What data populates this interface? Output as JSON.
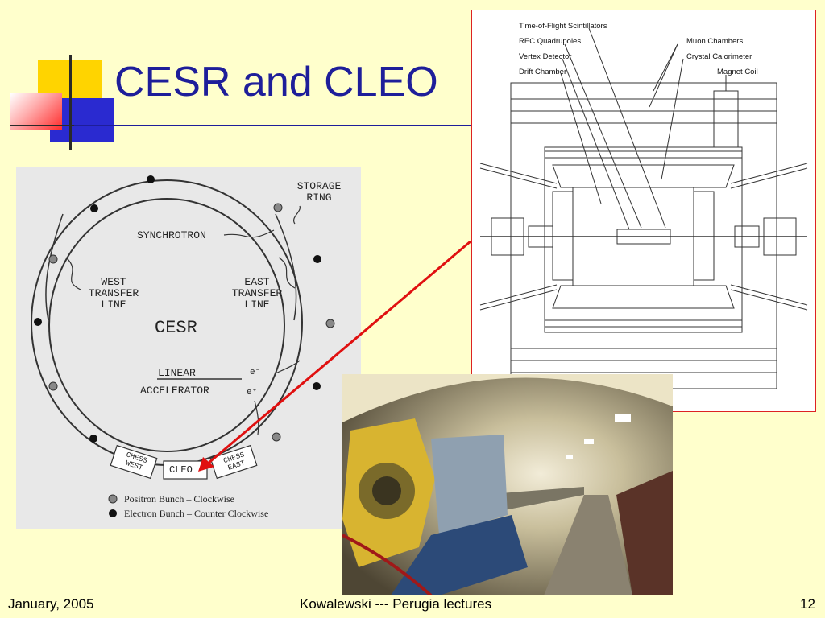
{
  "slide": {
    "title": "CESR and CLEO",
    "footer_left": "January, 2005",
    "footer_center": "Kowalewski --- Perugia lectures",
    "footer_right": "12"
  },
  "colors": {
    "background": "#ffffcc",
    "title": "#1e1e9a",
    "arrow": "#e01010"
  },
  "ring_diagram": {
    "labels": {
      "storage_ring": "STORAGE RING",
      "synchrotron": "SYNCHROTRON",
      "west_transfer": "WEST TRANSFER LINE",
      "east_transfer": "EAST TRANSFER LINE",
      "cesr": "CESR",
      "linear": "LINEAR",
      "accelerator": "ACCELERATOR",
      "electron": "e⁻",
      "positron": "e⁺",
      "chess_west": "CHESS WEST",
      "cleo": "CLEO",
      "chess_east": "CHESS EAST"
    },
    "legend": {
      "positron": "Positron Bunch – Clockwise",
      "electron": "Electron Bunch – Counter Clockwise"
    }
  },
  "detector_diagram": {
    "labels": {
      "tof": "Time-of-Flight Scintillators",
      "rec": "REC Quadrupoles",
      "vertex": "Vertex Detector",
      "drift": "Drift Chamber",
      "muon": "Muon Chambers",
      "crystal": "Crystal Calorimeter",
      "magnet": "Magnet Coil"
    }
  }
}
